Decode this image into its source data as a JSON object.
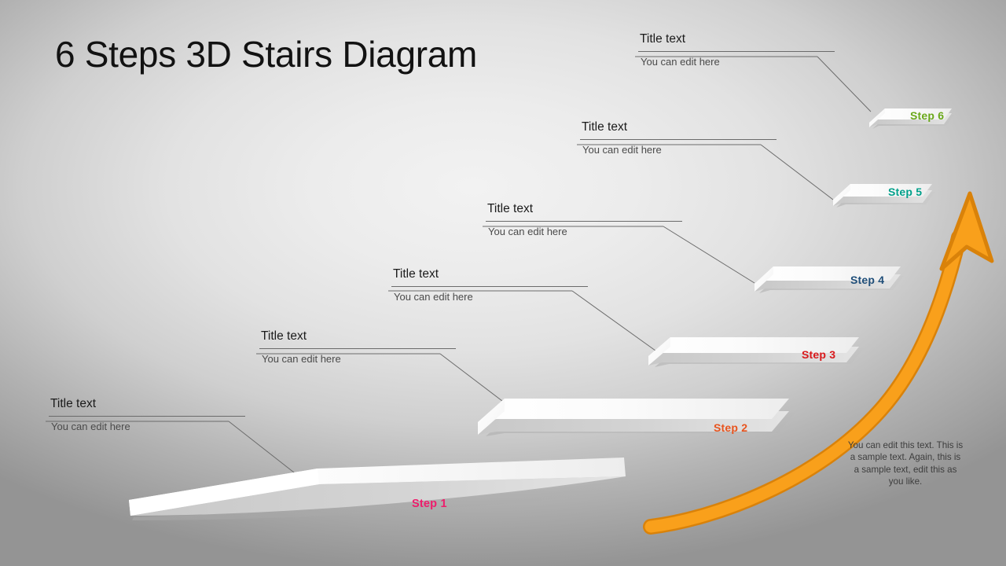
{
  "slide": {
    "title": "6 Steps 3D Stairs Diagram",
    "background": {
      "center_color": "#eeeeee",
      "edge_color": "#939393"
    }
  },
  "arrow": {
    "name": "upward-growth-arrow",
    "fill": "#f9a01b",
    "stroke": "#d9820a"
  },
  "side_note": {
    "text": "You can edit this text. This is a sample text. Again, this is a sample text, edit this as you like."
  },
  "callouts": [
    {
      "title": "Title text",
      "subtitle": "You can edit here"
    },
    {
      "title": "Title text",
      "subtitle": "You can edit here"
    },
    {
      "title": "Title text",
      "subtitle": "You can edit here"
    },
    {
      "title": "Title text",
      "subtitle": "You can edit here"
    },
    {
      "title": "Title text",
      "subtitle": "You can edit here"
    },
    {
      "title": "Title text",
      "subtitle": "You can edit here"
    }
  ],
  "steps": [
    {
      "label": "Step 1",
      "color": "#ee1d6c"
    },
    {
      "label": "Step 2",
      "color": "#e8541e"
    },
    {
      "label": "Step 3",
      "color": "#d9191c"
    },
    {
      "label": "Step 4",
      "color": "#1f4e79"
    },
    {
      "label": "Step 5",
      "color": "#00a08a"
    },
    {
      "label": "Step 6",
      "color": "#6aa81a"
    }
  ]
}
